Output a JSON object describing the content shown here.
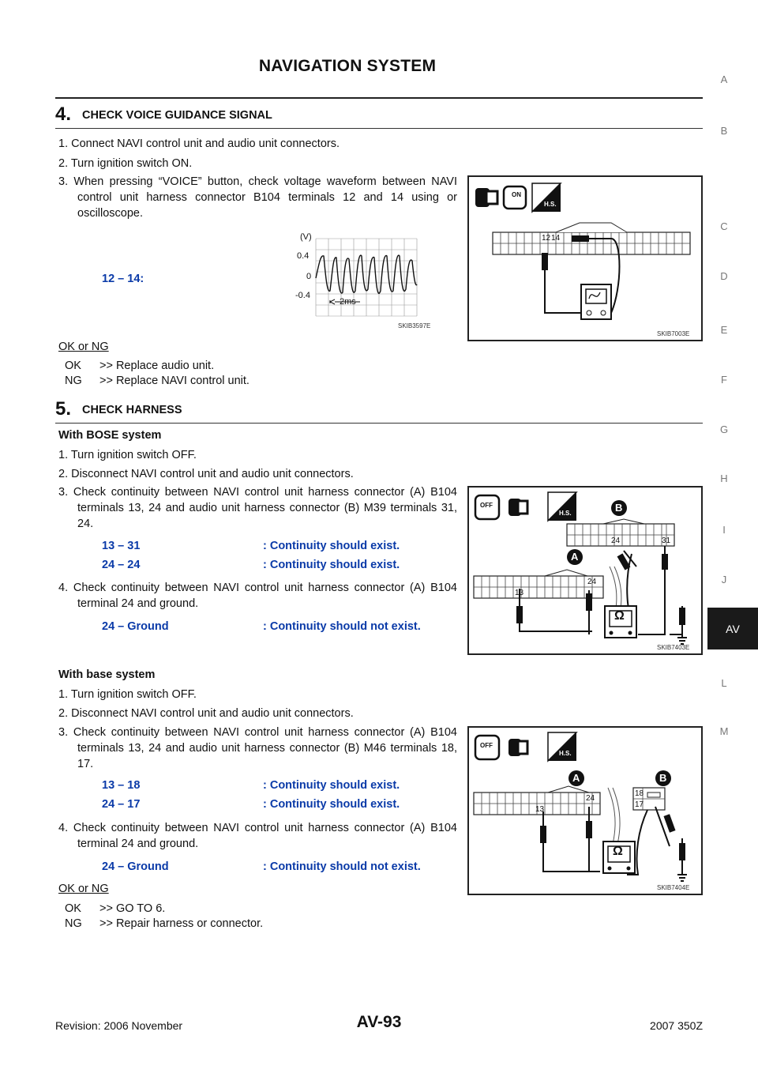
{
  "header": {
    "title": "NAVIGATION SYSTEM"
  },
  "section_tabs": [
    "A",
    "B",
    "C",
    "D",
    "E",
    "F",
    "G",
    "H",
    "I",
    "J",
    "AV",
    "L",
    "M"
  ],
  "step4": {
    "num": "4.",
    "title": "CHECK VOICE GUIDANCE SIGNAL",
    "items": [
      "1.   Connect NAVI control unit and audio unit connectors.",
      "2.   Turn ignition switch ON.",
      "3.   When pressing “VOICE” button, check voltage waveform between NAVI control unit harness connector B104 terminals 12 and 14 using or oscilloscope."
    ],
    "measure_label": "12 – 14:",
    "waveform": {
      "unit": "(V)",
      "y_top": "0.4",
      "y_mid": "0",
      "y_bot": "-0.4",
      "time": "2ms",
      "code": "SKIB3597E"
    },
    "diagram_code": "SKIB7003E",
    "diagram_terms": [
      "12",
      "14"
    ],
    "ok_ng": "OK or NG",
    "ok": "OK",
    "ok_text": ">> Replace audio unit.",
    "ng": "NG",
    "ng_text": ">> Replace NAVI control unit."
  },
  "step5": {
    "num": "5.",
    "title": "CHECK HARNESS",
    "bose_heading": "With BOSE system",
    "bose_items": [
      "1.   Turn ignition switch OFF.",
      "2.   Disconnect NAVI control unit and audio unit connectors.",
      "3.   Check continuity between NAVI control unit harness connector (A) B104 terminals 13, 24 and audio unit harness connector (B) M39 terminals 31, 24.",
      "4.   Check continuity between NAVI control unit harness connector (A) B104 terminal 24 and ground."
    ],
    "bose_checks": [
      {
        "pair": "13 – 31",
        "result": ": Continuity should exist."
      },
      {
        "pair": "24 – 24",
        "result": ": Continuity should exist."
      }
    ],
    "bose_ground": {
      "pair": "24 – Ground",
      "result": ": Continuity should not exist."
    },
    "bose_code": "SKIB7403E",
    "bose_terms": {
      "a1": "13",
      "a2": "24",
      "b1": "24",
      "b2": "31"
    },
    "base_heading": "With base system",
    "base_items": [
      "1.   Turn ignition switch OFF.",
      "2.   Disconnect NAVI control unit and audio unit connectors.",
      "3.   Check continuity between NAVI control unit harness connector (A) B104 terminals 13, 24 and audio unit harness connector (B) M46 terminals 18, 17.",
      "4.   Check continuity between NAVI control unit harness connector (A) B104 terminal 24 and ground."
    ],
    "base_checks": [
      {
        "pair": "13 – 18",
        "result": ": Continuity should exist."
      },
      {
        "pair": "24 – 17",
        "result": ": Continuity should exist."
      }
    ],
    "base_ground": {
      "pair": "24 – Ground",
      "result": ": Continuity should not exist."
    },
    "base_code": "SKIB7404E",
    "base_terms": {
      "a1": "13",
      "a2": "24",
      "b1": "18",
      "b2": "17"
    },
    "connector_a": "A",
    "connector_b": "B",
    "ok_ng": "OK or NG",
    "ok": "OK",
    "ok_text": ">> GO TO 6.",
    "ng": "NG",
    "ng_text": ">> Repair harness or connector."
  },
  "icons": {
    "hs": "H.S.",
    "on": "ON",
    "off": "OFF",
    "ohm": "Ω"
  },
  "footer": {
    "revision": "Revision: 2006 November",
    "page": "AV-93",
    "model": "2007 350Z"
  }
}
